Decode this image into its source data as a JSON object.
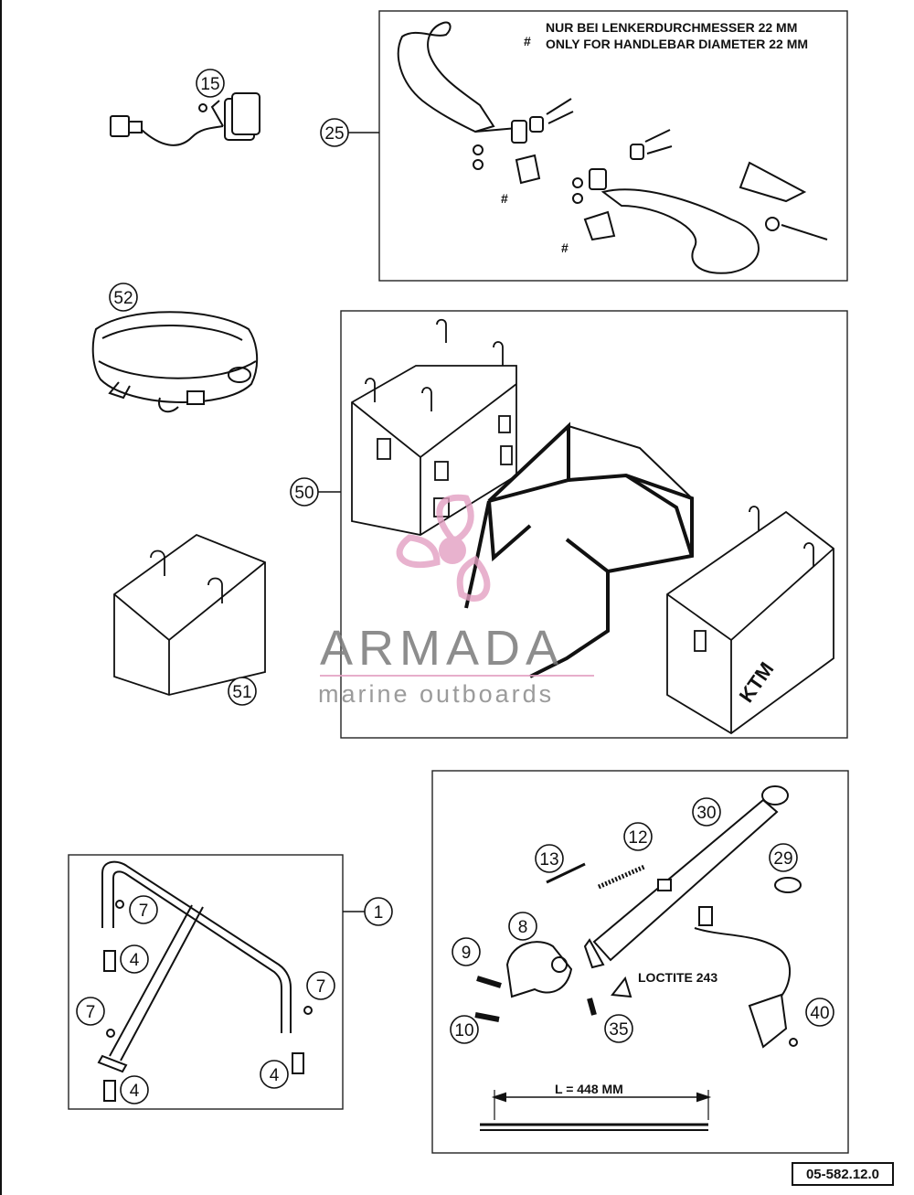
{
  "document_number": "05-582.12.0",
  "notes": {
    "handlebar_de": "NUR BEI LENKERDURCHMESSER 22 MM",
    "handlebar_en": "ONLY FOR HANDLEBAR DIAMETER 22 MM",
    "hash_symbol": "#",
    "loctite": "LOCTITE 243",
    "length": "L = 448 MM"
  },
  "watermark": {
    "brand": "ARMADA",
    "tagline": "marine outboards",
    "accent_color": "#e3a0c2"
  },
  "callouts": {
    "c15": "15",
    "c25": "25",
    "c52": "52",
    "c50": "50",
    "c51": "51",
    "c1": "1",
    "c7a": "7",
    "c4a": "4",
    "c7b": "7",
    "c4b": "4",
    "c7c": "7",
    "c4c": "4",
    "c30": "30",
    "c13": "13",
    "c12": "12",
    "c29": "29",
    "c8": "8",
    "c9": "9",
    "c10": "10",
    "c35": "35",
    "c40": "40"
  },
  "colors": {
    "line": "#111111",
    "frame": "#1a1a1a",
    "paper": "#ffffff"
  }
}
